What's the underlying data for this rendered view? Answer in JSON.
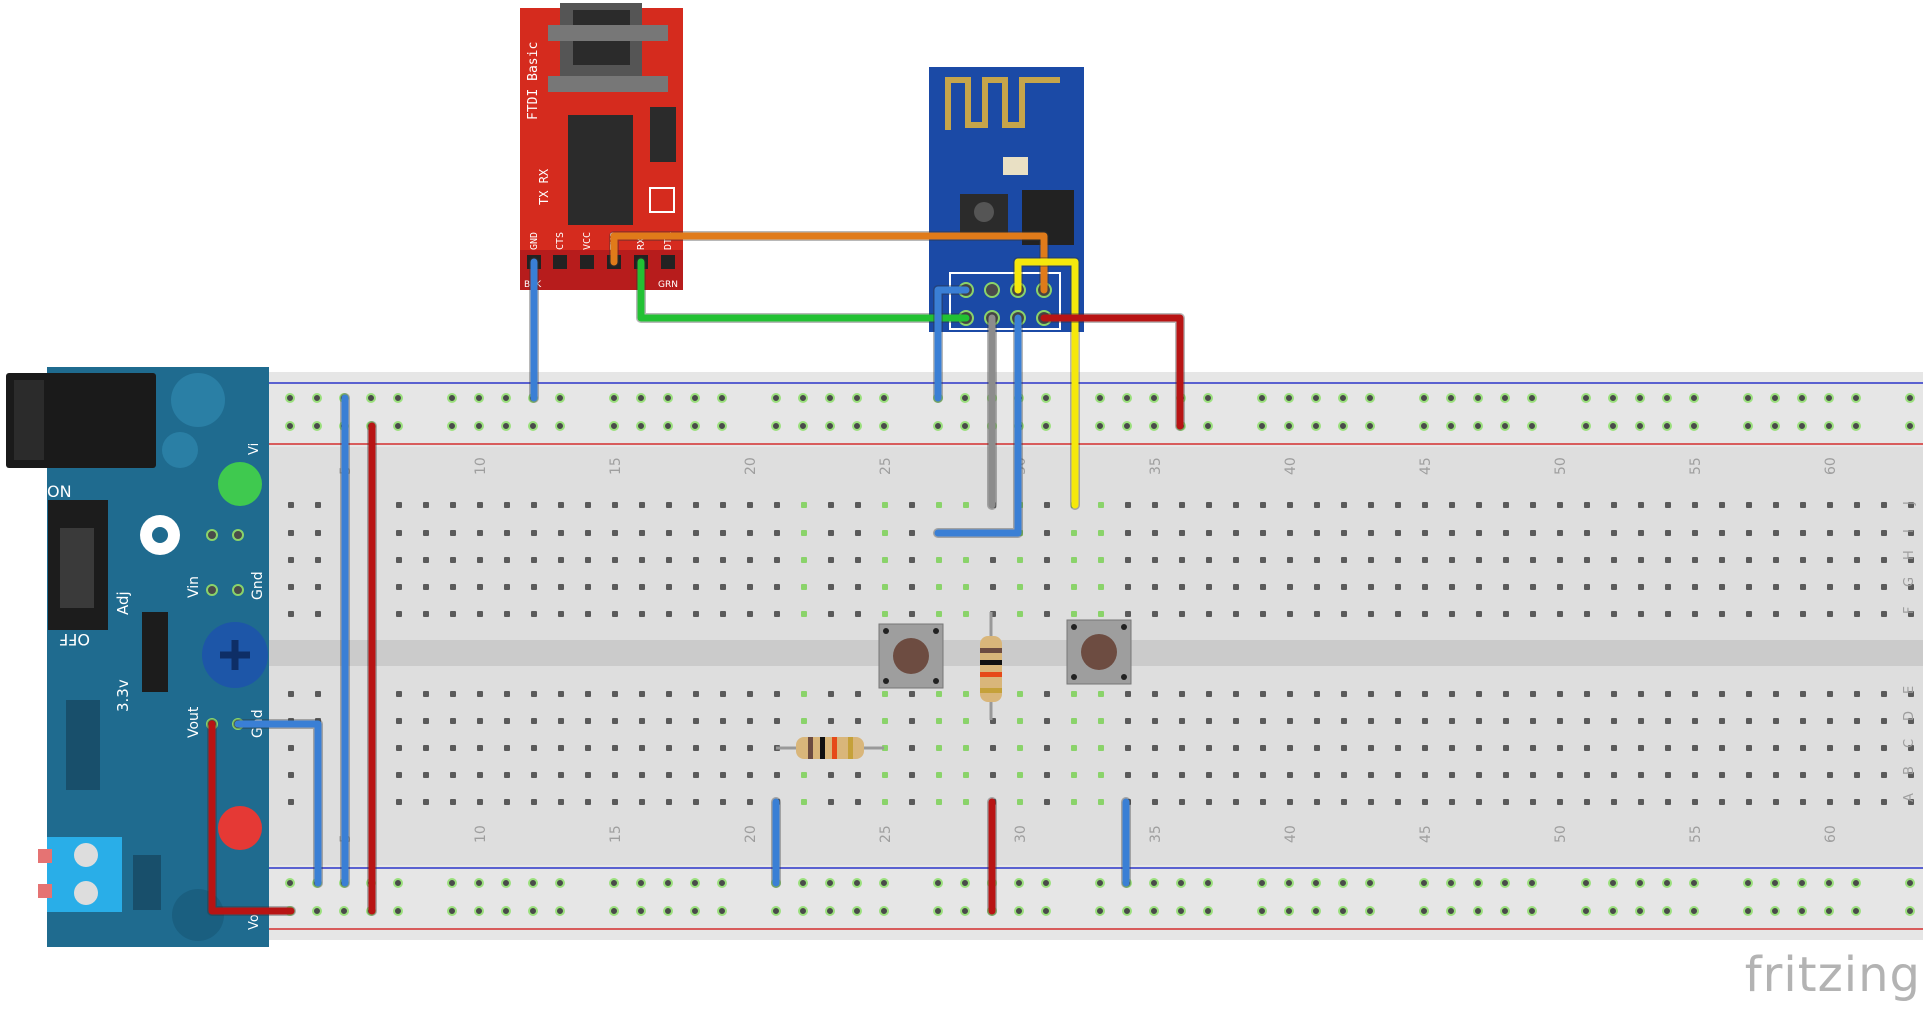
{
  "watermark": "fritzing",
  "breadboard": {
    "columns": 63,
    "column_labels": [
      "5",
      "10",
      "15",
      "20",
      "25",
      "30",
      "35",
      "40",
      "45",
      "50",
      "55",
      "60"
    ],
    "row_labels_top": [
      "J",
      "I",
      "H",
      "G",
      "F"
    ],
    "row_labels_bottom": [
      "E",
      "D",
      "C",
      "B",
      "A"
    ]
  },
  "ftdi": {
    "title": "FTDI Basic",
    "pin_labels": [
      "GND",
      "CTS",
      "VCC",
      "TXO",
      "RXI",
      "DTR"
    ],
    "led_label": "TX RX",
    "bottom_labels": [
      "BLK",
      "GRN"
    ]
  },
  "power_module": {
    "switch_on": "ON",
    "switch_off": "OFF",
    "adj_label": "Adj",
    "v33_label": "3.3v",
    "vin_label": "Vin",
    "gnd_label": "Gnd",
    "vout_label": "Vout",
    "gnd2_label": "Gnd",
    "vi_label": "Vi",
    "vo_label": "Vo"
  },
  "colors": {
    "wire_blue": "#3a7fd5",
    "wire_red": "#b81414",
    "wire_green": "#22c133",
    "wire_orange": "#e07b1a",
    "wire_yellow": "#f5e80c",
    "wire_gray": "#8c8c8c",
    "ftdi_board": "#d52b1e",
    "esp_board": "#1b4aa6",
    "power_board": "#1f6b8f",
    "breadboard": "#dcdcdc",
    "breadboard_channel": "#cfcfcf"
  }
}
